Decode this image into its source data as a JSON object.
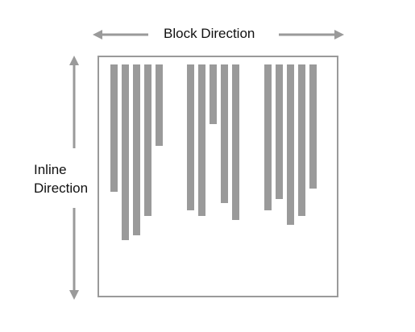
{
  "labels": {
    "block_direction": "Block Direction",
    "inline_direction_line1": "Inline",
    "inline_direction_line2": "Direction"
  },
  "colors": {
    "bar": "#9a9a9a",
    "frame": "#9a9a9a",
    "arrow": "#9a9a9a",
    "text": "#111111",
    "background": "#ffffff"
  }
}
